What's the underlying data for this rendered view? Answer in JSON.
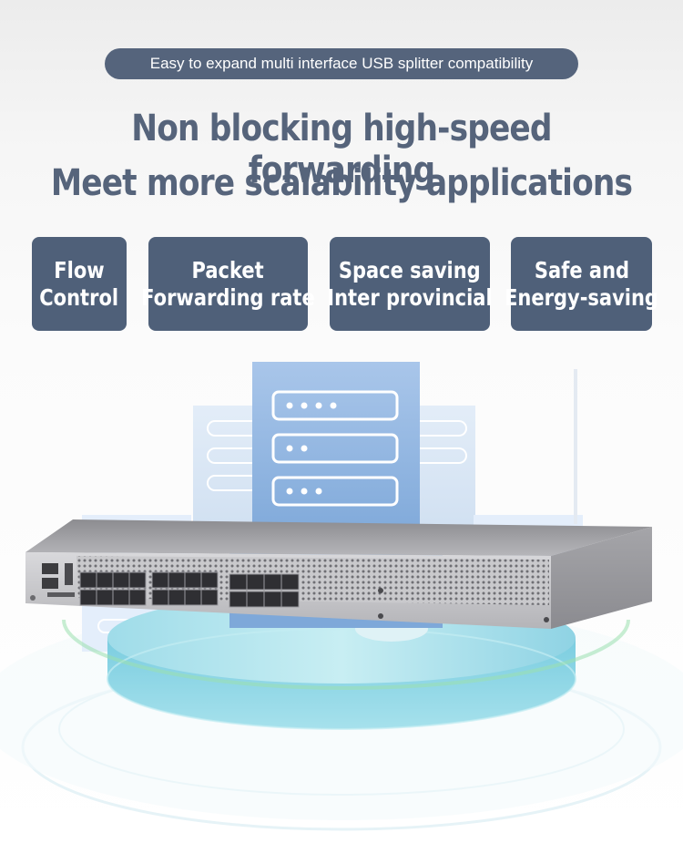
{
  "banner": {
    "text": "Easy to expand multi interface USB splitter compatibility"
  },
  "headline": {
    "line1": "Non blocking high-speed forwarding",
    "line2": "Meet more scalability applications"
  },
  "features": [
    {
      "line1": "Flow",
      "line2": "Control"
    },
    {
      "line1": "Packet",
      "line2": "Forwarding rate"
    },
    {
      "line1": "Space saving",
      "line2": "Inter provincial"
    },
    {
      "line1": "Safe and",
      "line2": "Energy-saving"
    }
  ],
  "colors": {
    "accent": "#55647c",
    "panel": "#4f6079",
    "server_blue": "#8fb4de",
    "platform_teal": "#7fd0e0"
  }
}
